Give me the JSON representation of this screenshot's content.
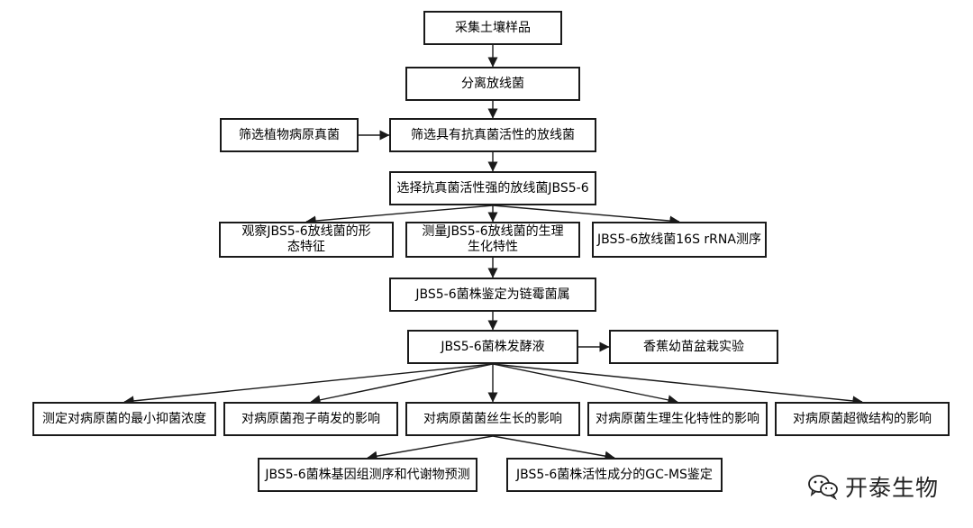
{
  "nodes": {
    "collect": "采集土壤样品",
    "isolate": "分离放线菌",
    "pathogen": "筛选植物病原真菌",
    "screen": "筛选具有抗真菌活性的放线菌",
    "select": "选择抗真菌活性强的放线菌JBS5-6",
    "morph": "观察JBS5-6放线菌的形态特征",
    "physio": "测量JBS5-6放线菌的生理生化特性",
    "rrna": "JBS5-6放线菌16S rRNA测序",
    "ident": "JBS5-6菌株鉴定为链霉菌属",
    "ferment": "JBS5-6菌株发酵液",
    "banana": "香蕉幼苗盆栽实验",
    "mic": "测定对病原菌的最小抑菌浓度",
    "spore": "对病原菌孢子萌发的影响",
    "hypha": "对病原菌菌丝生长的影响",
    "physioeff": "对病原菌生理生化特性的影响",
    "ultra": "对病原菌超微结构的影响",
    "genome": "JBS5-6菌株基因组测序和代谢物预测",
    "gcms": "JBS5-6菌株活性成分的GC-MS鉴定"
  },
  "edges": [
    [
      "collect",
      "isolate"
    ],
    [
      "isolate",
      "screen"
    ],
    [
      "pathogen",
      "screen"
    ],
    [
      "screen",
      "select"
    ],
    [
      "select",
      "morph"
    ],
    [
      "select",
      "physio"
    ],
    [
      "select",
      "rrna"
    ],
    [
      "physio",
      "ident"
    ],
    [
      "ident",
      "ferment"
    ],
    [
      "ferment",
      "banana"
    ],
    [
      "ferment",
      "mic"
    ],
    [
      "ferment",
      "spore"
    ],
    [
      "ferment",
      "hypha"
    ],
    [
      "ferment",
      "physioeff"
    ],
    [
      "ferment",
      "ultra"
    ],
    [
      "hypha",
      "genome"
    ],
    [
      "hypha",
      "gcms"
    ]
  ],
  "watermark": {
    "text": "开泰生物",
    "icon": "wechat-icon"
  }
}
